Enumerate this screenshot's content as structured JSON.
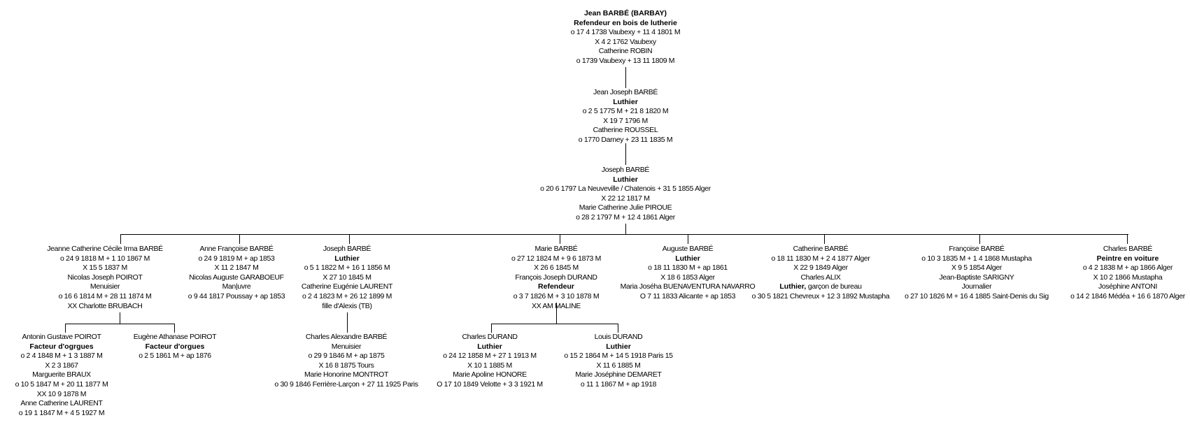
{
  "title": "Arbre de descendance – Jean BARBÉ (BARBAY)",
  "generations": {
    "gen1": {
      "name": "Jean BARBÉ (BARBAY)",
      "occupation": "Refendeur en bois de lutherie",
      "lines": [
        "o 17 4 1738 Vaubexy + 11 4 1801 M",
        "X 4 2 1762 Vaubexy",
        "Catherine ROBIN",
        "o 1739 Vaubexy + 13 11 1809 M"
      ]
    },
    "gen2": {
      "name": "Jean Joseph BARBÉ",
      "occupation": "Luthier",
      "lines": [
        "o 2 5 1775 M + 21 8 1820 M",
        "X 19 7 1796 M",
        "Catherine ROUSSEL",
        "o 1770 Darney + 23 11 1835 M"
      ]
    },
    "gen3": {
      "name": "Joseph BARBÉ",
      "occupation": "Luthier",
      "lines": [
        "o 20 6 1797 La Neuveville / Chatenois + 31 5 1855 Alger",
        "X 22 12 1817 M",
        "Marie Catherine Julie PIROUE",
        "o 28 2 1797 M  + 12 4 1861 Alger"
      ]
    }
  },
  "children": [
    {
      "name": "Jeanne Catherine Cécile Irma BARBÉ",
      "lines": [
        "o 24 9 1818 M + 1 10 1867 M",
        "X 15 5 1837 M",
        "Nicolas Joseph POIROT",
        "Menuisier",
        "o 16 6 1814 M + 28 11 1874 M",
        "XX Charlotte BRUBACH"
      ]
    },
    {
      "name": "Anne Françoise BARBÉ",
      "lines": [
        "o 24 9 1819 M + ap 1853",
        "X 11 2 1847 M",
        "Nicolas Auguste GARABOEUF",
        "Man|uvre",
        "o 9 44 1817 Poussay + ap 1853"
      ]
    },
    {
      "name": "Joseph BARBÉ",
      "occupation": "Luthier",
      "lines": [
        "o 5 1 1822 M + 16 1 1856 M",
        "X 27 10 1845 M",
        "Catherine Eugénie LAURENT",
        "o 2 4 1823 M + 26 12 1899 M",
        "fille d'Alexis (TB)"
      ]
    },
    {
      "name": "Marie BARBÉ",
      "lines": [
        "o 27 12 1824 M + 9 6 1873 M",
        "X 26 6 1845 M",
        "François Joseph DURAND"
      ],
      "occupation2": "Refendeur",
      "lines2": [
        "o 3 7 1826 M + 3 10 1878 M",
        "XX AM MALINE"
      ]
    },
    {
      "name": "Auguste BARBÉ",
      "occupation": "Luthier",
      "lines": [
        "o 18 11 1830 M + ap 1861",
        "X 18 6 1853 Alger",
        "Maria Joséha BUENAVENTURA NAVARRO",
        "O 7 11 1833 Alicante + ap 1853"
      ]
    },
    {
      "name": "Catherine BARBÉ",
      "lines": [
        "o 18 11 1830 M + 2 4 1877 Alger",
        "X 22 9 1849 Alger",
        "Charles ALIX"
      ],
      "occupation2": "Luthier,",
      "occupation2_suffix": " garçon de bureau",
      "lines2": [
        "o 30 5 1821 Chevreux + 12 3 1892 Mustapha"
      ]
    },
    {
      "name": "Françoise BARBÉ",
      "lines": [
        "o 10 3 1835 M + 1 4 1868 Mustapha",
        "X 9 5 1854 Alger",
        "Jean-Baptiste SARIGNY",
        "Journalier",
        "o 27 10 1826 M + 16 4 1885 Saint-Denis du Sig"
      ]
    },
    {
      "name": "Charles BARBÉ",
      "occupation": "Peintre en voiture",
      "lines": [
        "o 4 2 1838 M  + ap 1866 Alger",
        "X 10 2 1866 Mustapha",
        "Joséphine ANTONI",
        "o 14 2 1846 Médéa + 16 6 1870 Alger"
      ]
    }
  ],
  "grandchildren": [
    {
      "name": "Antonin Gustave POIROT",
      "occupation": "Facteur d'ogrgues",
      "lines": [
        "o 2 4 1848 M + 1 3 1887 M",
        "X 2 3 1867",
        "Marguerite BRAUX",
        "o 10 5 1847 M + 20 11 1877 M",
        "XX 10 9 1878 M",
        "Anne Catherine LAURENT",
        "o 19 1 1847 M + 4 5 1927 M"
      ]
    },
    {
      "name": "Eugène Athanase POIROT",
      "occupation": "Facteur d'orgues",
      "lines": [
        "o 2 5 1861 M + ap 1876"
      ]
    },
    {
      "name": "Charles Alexandre BARBÉ",
      "lines": [
        "Menuisier",
        "o 29 9 1846 M + ap 1875",
        "X 16 8 1875 Tours",
        "Marie Honorine MONTROT",
        "o 30 9 1846 Ferrière-Larçon + 27 11 1925 Paris"
      ]
    },
    {
      "name": "Charles DURAND",
      "occupation": "Luthier",
      "lines": [
        "o 24 12 1858 M + 27 1 1913 M",
        "X 10 1 1885 M",
        "Marie Apoline HONORE",
        "O 17 10 1849 Velotte + 3 3 1921 M"
      ]
    },
    {
      "name": "Louis DURAND",
      "occupation": "Luthier",
      "lines": [
        "o 15 2 1864 M + 14 5 1918 Paris 15",
        "X 11 6 1885 M",
        "Marie Joséphine DEMARET",
        "o 11 1 1867 M + ap 1918"
      ]
    }
  ]
}
